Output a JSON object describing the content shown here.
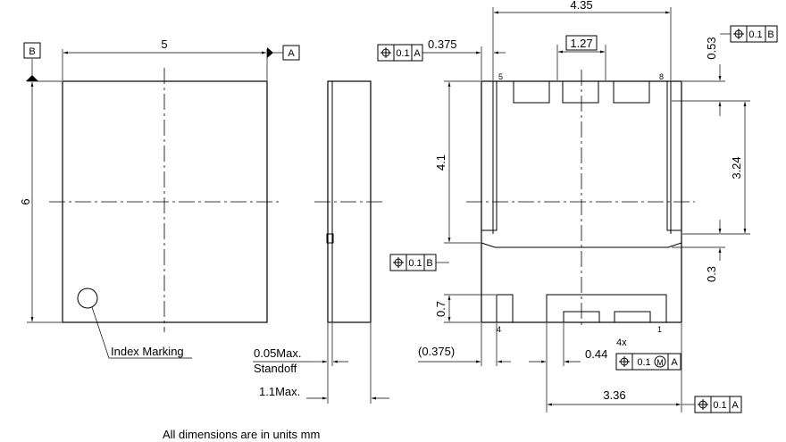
{
  "datum_labels": {
    "a": "A",
    "b": "B"
  },
  "dimensions": {
    "top_width": "5",
    "top_height": "6",
    "bottom_width": "4.35",
    "pitch": "1.27",
    "edge_offset": "0.375",
    "edge_offset_ref": "(0.375)",
    "pad_height": "4.1",
    "tab_top": "0.53",
    "pad_span": "3.24",
    "bottom_gap": "0.3",
    "lead_length": "0.7",
    "lead_width": "0.44",
    "outer_span": "3.36",
    "standoff": "0.05Max.",
    "standoff_label": "Standoff",
    "height": "1.1Max."
  },
  "pins": {
    "p1": "1",
    "p4": "4",
    "p5": "5",
    "p8": "8"
  },
  "tolerances": {
    "fcf_top_left": {
      "symbol": "position",
      "value": "0.1",
      "datum": "A"
    },
    "fcf_top_right": {
      "symbol": "position",
      "value": "0.1",
      "datum": "B"
    },
    "fcf_mid_left": {
      "symbol": "position",
      "value": "0.1",
      "datum": "B"
    },
    "fcf_lead": {
      "prefix": "4x",
      "symbol": "position",
      "value": "0.1",
      "modifier": "M",
      "datum": "A"
    },
    "fcf_bottom": {
      "symbol": "position",
      "value": "0.1",
      "datum": "A"
    }
  },
  "labels": {
    "index_marking": "Index Marking",
    "units_note": "All dimensions are in units mm"
  }
}
